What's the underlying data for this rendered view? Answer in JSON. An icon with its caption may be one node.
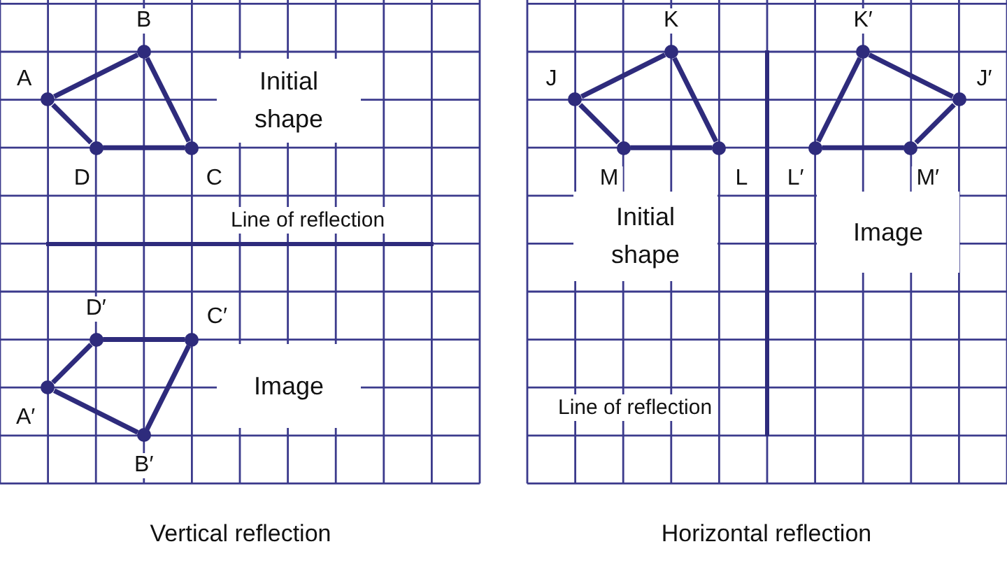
{
  "diagram": {
    "nodes": [
      {
        "text": [],
        "shape": "circle",
        "beside": [
          "A"
        ]
      },
      {
        "text": [],
        "shape": "circle",
        "beside": [
          "B"
        ]
      },
      {
        "text": [],
        "shape": "circle",
        "beside": [
          "C"
        ]
      },
      {
        "text": [],
        "shape": "circle",
        "beside": [
          "D"
        ]
      },
      {
        "text": [],
        "shape": "circle",
        "beside": [
          "A′"
        ]
      },
      {
        "text": [],
        "shape": "circle",
        "beside": [
          "B′"
        ]
      },
      {
        "text": [],
        "shape": "circle",
        "beside": [
          "C′"
        ]
      },
      {
        "text": [],
        "shape": "circle",
        "beside": [
          "D′"
        ]
      },
      {
        "text": [],
        "shape": "bar",
        "beside": [
          "Line of reflection"
        ]
      },
      {
        "text": [],
        "shape": "circle",
        "beside": [
          "J"
        ]
      },
      {
        "text": [],
        "shape": "circle",
        "beside": [
          "K"
        ]
      },
      {
        "text": [],
        "shape": "circle",
        "beside": [
          "L"
        ]
      },
      {
        "text": [],
        "shape": "circle",
        "beside": [
          "M"
        ]
      },
      {
        "text": [],
        "shape": "circle",
        "beside": [
          "J′"
        ]
      },
      {
        "text": [],
        "shape": "circle",
        "beside": [
          "K′"
        ]
      },
      {
        "text": [],
        "shape": "circle",
        "beside": [
          "L′"
        ]
      },
      {
        "text": [],
        "shape": "circle",
        "beside": [
          "M′"
        ]
      },
      {
        "text": [],
        "shape": "bar",
        "beside": [
          "Line of reflection"
        ]
      }
    ],
    "edges": [
      {
        "from": 0,
        "to": 1,
        "arrow": "none"
      },
      {
        "from": 1,
        "to": 2,
        "arrow": "none"
      },
      {
        "from": 2,
        "to": 3,
        "arrow": "none"
      },
      {
        "from": 3,
        "to": 0,
        "arrow": "none"
      },
      {
        "from": 4,
        "to": 5,
        "arrow": "none"
      },
      {
        "from": 5,
        "to": 6,
        "arrow": "none"
      },
      {
        "from": 6,
        "to": 7,
        "arrow": "none"
      },
      {
        "from": 7,
        "to": 4,
        "arrow": "none"
      },
      {
        "from": 9,
        "to": 10,
        "arrow": "none"
      },
      {
        "from": 10,
        "to": 11,
        "arrow": "none"
      },
      {
        "from": 11,
        "to": 12,
        "arrow": "none"
      },
      {
        "from": 12,
        "to": 9,
        "arrow": "none"
      },
      {
        "from": 13,
        "to": 14,
        "arrow": "none"
      },
      {
        "from": 14,
        "to": 15,
        "arrow": "none"
      },
      {
        "from": 15,
        "to": 16,
        "arrow": "none"
      },
      {
        "from": 16,
        "to": 13,
        "arrow": "none"
      }
    ],
    "labels": [
      "Initial shape",
      "Image",
      "Initial shape",
      "Image",
      "Vertical reflection",
      "Horizontal reflection"
    ]
  }
}
